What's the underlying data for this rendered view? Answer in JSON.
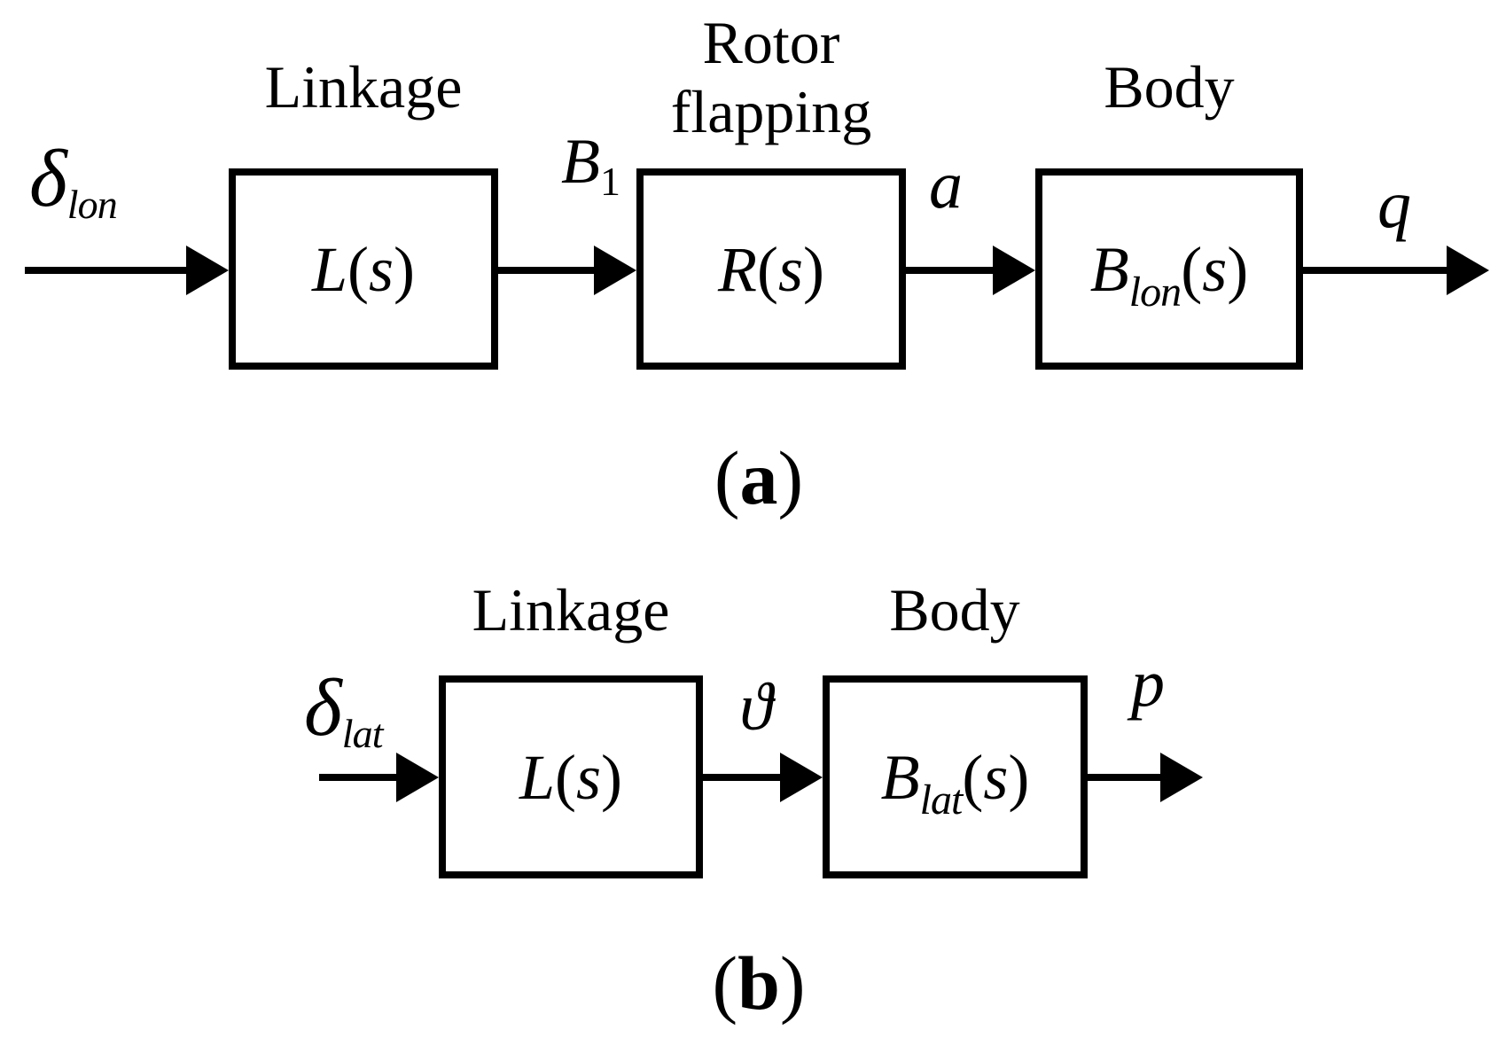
{
  "diagram_a": {
    "caption": {
      "open": "(",
      "letter": "a",
      "close": ")"
    },
    "input": {
      "symbol": "δ",
      "subscript": "lon"
    },
    "blocks": [
      {
        "title1": "Linkage",
        "title2": "",
        "base": "L",
        "sub": "",
        "arg_open": "(",
        "arg_var": "s",
        "arg_close": ")"
      },
      {
        "title1": "Rotor",
        "title2": "flapping",
        "base": "R",
        "sub": "",
        "arg_open": "(",
        "arg_var": "s",
        "arg_close": ")"
      },
      {
        "title1": "Body",
        "title2": "",
        "base": "B",
        "sub": "lon",
        "arg_open": "(",
        "arg_var": "s",
        "arg_close": ")"
      }
    ],
    "signals": [
      {
        "base": "B",
        "sub": "1"
      },
      {
        "base": "a",
        "sub": ""
      },
      {
        "base": "q",
        "sub": ""
      }
    ]
  },
  "diagram_b": {
    "caption": {
      "open": "(",
      "letter": "b",
      "close": ")"
    },
    "input": {
      "symbol": "δ",
      "subscript": "lat"
    },
    "blocks": [
      {
        "title1": "Linkage",
        "base": "L",
        "sub": "",
        "arg_open": "(",
        "arg_var": "s",
        "arg_close": ")"
      },
      {
        "title1": "Body",
        "base": "B",
        "sub": "lat",
        "arg_open": "(",
        "arg_var": "s",
        "arg_close": ")"
      }
    ],
    "signals": [
      {
        "base": "ϑ",
        "sub": ""
      },
      {
        "base": "p",
        "sub": ""
      }
    ]
  }
}
